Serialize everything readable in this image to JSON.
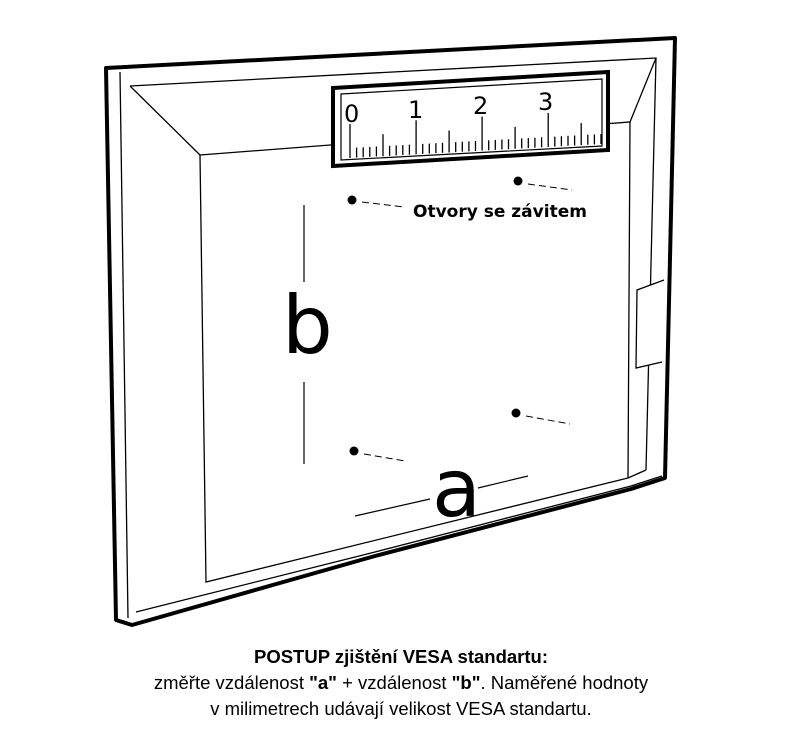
{
  "diagram": {
    "ruler_ticks": [
      "0",
      "1",
      "2",
      "3"
    ],
    "holes_label": "Otvory se závitem",
    "label_b": "b",
    "label_a": "a"
  },
  "caption": {
    "title": "POSTUP zjištění VESA standartu:",
    "line2_pre": "změřte vzdálenost ",
    "line2_a": "\"a\"",
    "line2_mid": " + vzdálenost ",
    "line2_b": "\"b\"",
    "line2_post": ". Naměřené hodnoty",
    "line3": "v milimetrech udávají velikost VESA standartu."
  }
}
